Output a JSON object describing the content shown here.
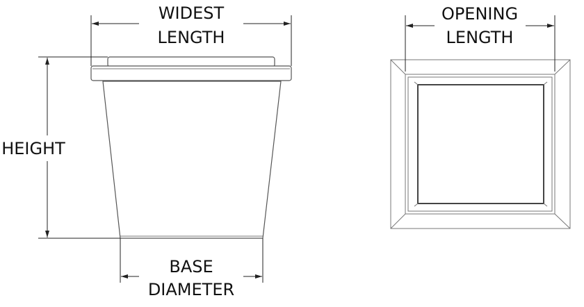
{
  "diagram": {
    "pot_dimensions": {
      "widest_length": [
        "WIDEST",
        "LENGTH"
      ],
      "height": "HEIGHT",
      "base_diameter": [
        "BASE",
        "DIAMETER"
      ]
    },
    "opening_dimensions": {
      "opening_length": [
        "OPENING",
        "LENGTH"
      ]
    }
  }
}
